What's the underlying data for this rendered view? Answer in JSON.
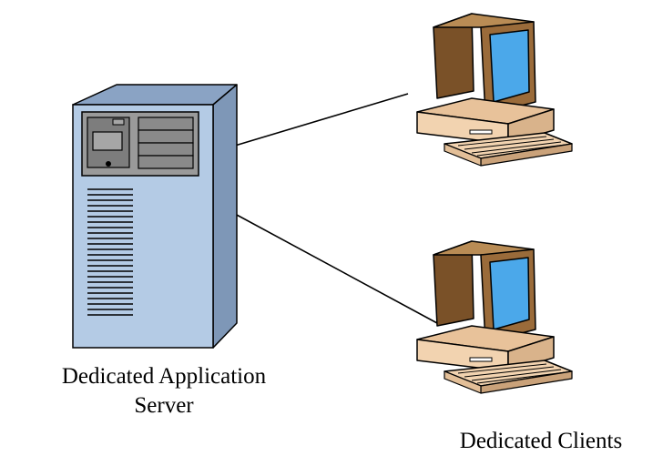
{
  "diagram": {
    "server": {
      "label_line1": "Dedicated Application",
      "label_line2": "Server",
      "icon": "server-tower-icon"
    },
    "clients": {
      "label": "Dedicated Clients",
      "icon": "desktop-computer-icon",
      "count": 2
    },
    "connections": [
      {
        "from": "server",
        "to": "client-1"
      },
      {
        "from": "server",
        "to": "client-2"
      }
    ],
    "colors": {
      "server_front": "#b4cbe5",
      "server_side": "#7e97b7",
      "server_top": "#8aa3c4",
      "monitor_body": "#9a6b3a",
      "screen": "#4ba8ea",
      "base_beige": "#f2d3b0"
    }
  }
}
